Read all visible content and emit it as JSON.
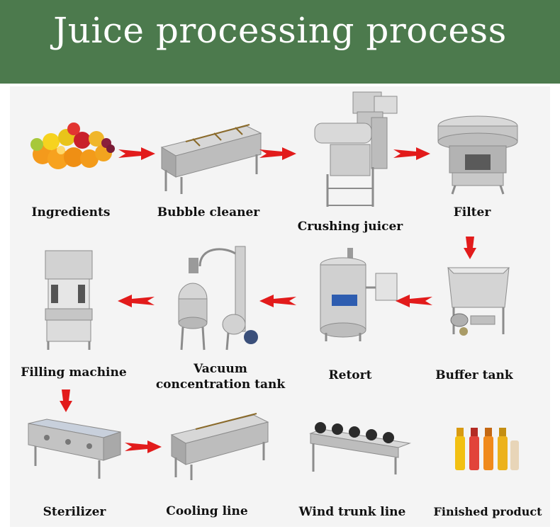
{
  "title": "Juice processing process",
  "colors": {
    "banner": "#4c7a4d",
    "arrow": "#e21b1b",
    "steel": "#b9b9b9",
    "panel": "#f4f4f4"
  },
  "steps": [
    {
      "id": "ingredients",
      "label": "Ingredients"
    },
    {
      "id": "bubble-cleaner",
      "label": "Bubble cleaner"
    },
    {
      "id": "crushing-juicer",
      "label": "Crushing juicer"
    },
    {
      "id": "filter",
      "label": "Filter"
    },
    {
      "id": "buffer-tank",
      "label": "Buffer tank"
    },
    {
      "id": "retort",
      "label": "Retort"
    },
    {
      "id": "vacuum-concentration-tank",
      "label": "Vacuum concentration tank",
      "lines": [
        "Vacuum",
        "concentration tank"
      ]
    },
    {
      "id": "filling-machine",
      "label": "Filling machine"
    },
    {
      "id": "sterilizer",
      "label": "Sterilizer"
    },
    {
      "id": "cooling-line",
      "label": "Cooling line"
    },
    {
      "id": "wind-trunk-line",
      "label": "Wind trunk line"
    },
    {
      "id": "finished-product",
      "label": "Finished product"
    }
  ],
  "flow": [
    [
      "ingredients",
      "bubble-cleaner"
    ],
    [
      "bubble-cleaner",
      "crushing-juicer"
    ],
    [
      "crushing-juicer",
      "filter"
    ],
    [
      "filter",
      "buffer-tank"
    ],
    [
      "buffer-tank",
      "retort"
    ],
    [
      "retort",
      "vacuum-concentration-tank"
    ],
    [
      "vacuum-concentration-tank",
      "filling-machine"
    ],
    [
      "filling-machine",
      "sterilizer"
    ],
    [
      "sterilizer",
      "cooling-line"
    ]
  ]
}
